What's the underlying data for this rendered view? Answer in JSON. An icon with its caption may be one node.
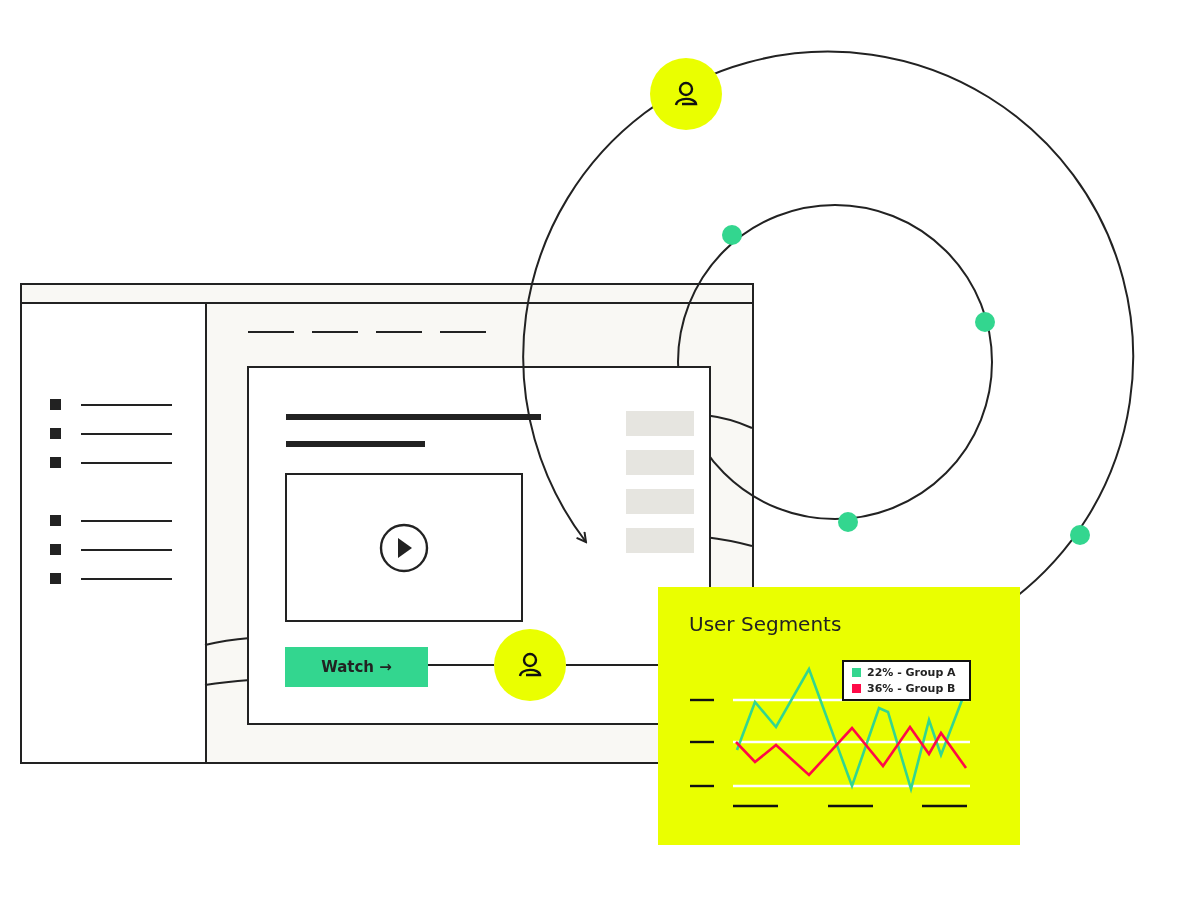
{
  "diagram": {
    "nodes": [
      {
        "text": [
          "Watch →"
        ]
      },
      {
        "text": [],
        "shape": "circle"
      },
      {
        "text": [
          "User Segments"
        ]
      },
      {
        "text": [],
        "shape": "circle"
      }
    ],
    "edges": [
      {
        "from": 0,
        "to": 1,
        "arrow": "none"
      },
      {
        "from": 1,
        "to": 2,
        "arrow": "none"
      }
    ],
    "legend": [
      {
        "text": "22% - Group A",
        "color": "#33d68f"
      },
      {
        "text": "36% - Group B",
        "color": "#ff0a47"
      }
    ]
  }
}
